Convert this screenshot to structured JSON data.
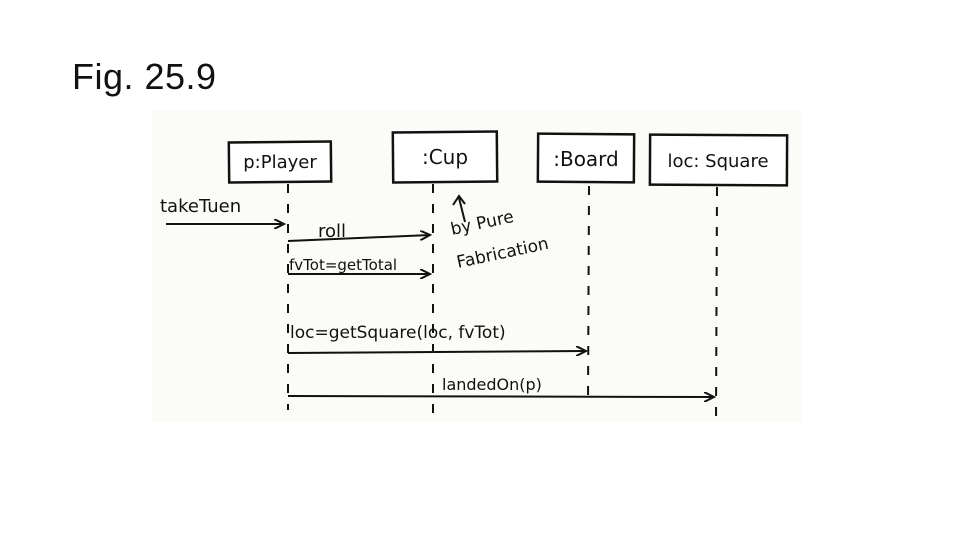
{
  "slide": {
    "title": "Fig. 25.9"
  },
  "diagram": {
    "type": "sequence",
    "lifelines": [
      {
        "label": "p:Player"
      },
      {
        "label": ":Cup"
      },
      {
        "label": ":Board"
      },
      {
        "label": "loc: Square"
      }
    ],
    "messages": {
      "found": "takeTuen",
      "roll": "roll",
      "get_total": "fvTot=getTotal",
      "get_square": "loc=getSquare(loc, fvTot)",
      "landed_on": "landedOn(p)"
    },
    "annotation": {
      "line1": "by Pure",
      "line2": "Fabrication"
    }
  }
}
